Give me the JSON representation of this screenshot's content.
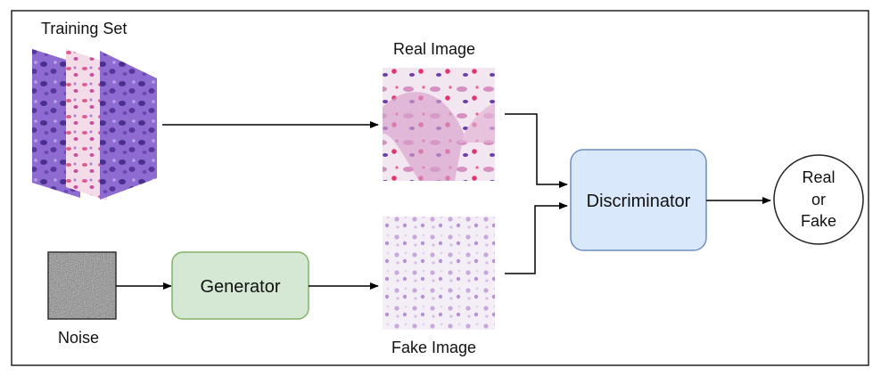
{
  "diagram": {
    "labels": {
      "training_set": "Training Set",
      "real_image": "Real Image",
      "fake_image": "Fake Image",
      "noise": "Noise"
    },
    "nodes": {
      "generator": "Generator",
      "discriminator": "Discriminator",
      "output_line1": "Real",
      "output_line2": "or",
      "output_line3": "Fake"
    },
    "colors": {
      "generator_fill": "#d5e8d4",
      "generator_stroke": "#82b366",
      "discriminator_fill": "#dae8fc",
      "discriminator_stroke": "#6c8ebf",
      "tissue_purple": "#8a5fc4",
      "tissue_pink": "#e06a9a"
    },
    "icons": [
      "tissue-slide-image",
      "noise-image",
      "arrow-right"
    ]
  }
}
